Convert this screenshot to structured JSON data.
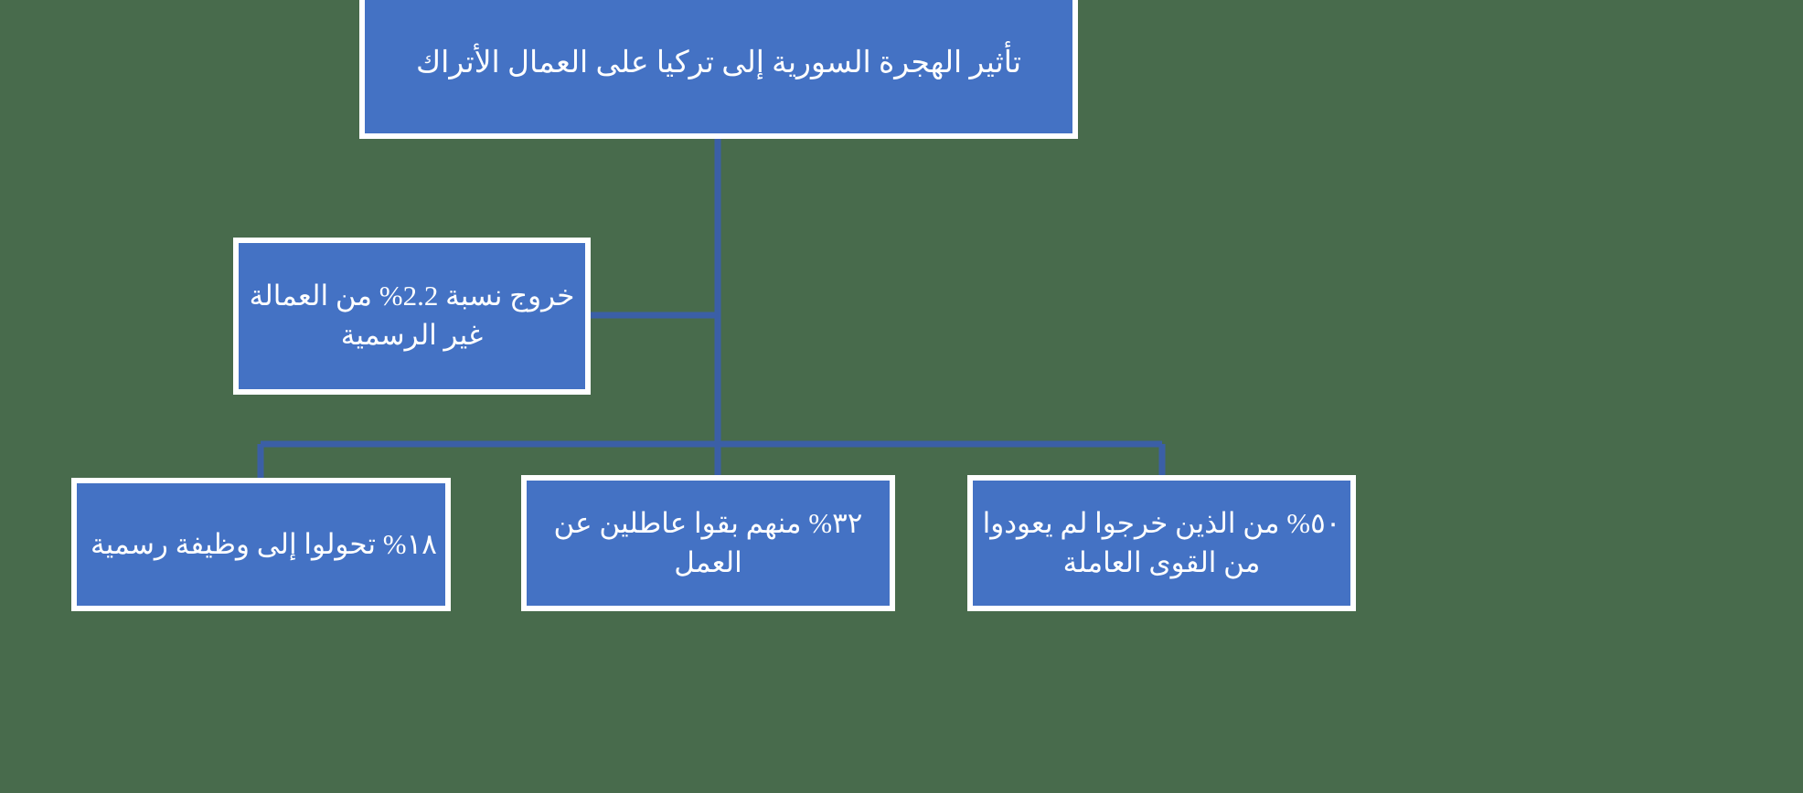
{
  "diagram": {
    "title": "تأثير الهجرة السورية إلى تركيا على العمال الأتراك",
    "direction": "rtl",
    "colors": {
      "background": "#486b4c",
      "node_fill": "#4472c4",
      "node_border": "#ffffff",
      "node_text": "#ffffff",
      "connector": "#3b5fa6"
    },
    "nodes": [
      {
        "id": "root",
        "label": "تأثير الهجرة السورية إلى تركيا على العمال الأتراك",
        "level": 0
      },
      {
        "id": "informal",
        "label": "خروج نسبة 2.2% من العمالة غير الرسمية",
        "value": "2.2%",
        "level": 1
      },
      {
        "id": "formal",
        "label": "١٨% تحولوا إلى وظيفة رسمية",
        "value": "١٨%",
        "level": 2
      },
      {
        "id": "unemployed",
        "label": "٣٢% منهم بقوا عاطلين عن العمل",
        "value": "٣٢%",
        "level": 2
      },
      {
        "id": "exited",
        "label": "٥٠% من الذين خرجوا لم يعودوا من القوى العاملة",
        "value": "٥٠%",
        "level": 2
      }
    ]
  }
}
